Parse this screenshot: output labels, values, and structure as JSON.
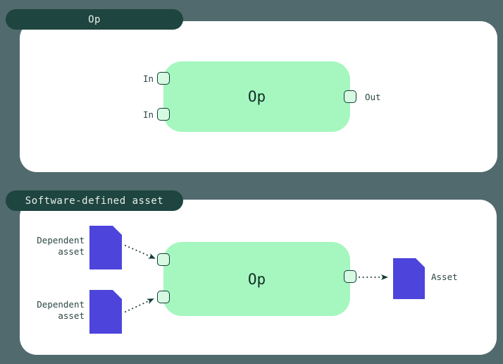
{
  "colors": {
    "background": "#516a6d",
    "panel": "#ffffff",
    "tab_bg": "#1e453f",
    "tab_text": "#e9efec",
    "op_box": "#a5f7bf",
    "op_text": "#132e28",
    "port_fill": "#d5fae1",
    "port_border": "#143d36",
    "label_text": "#2b4744",
    "asset_purple": "#4d44dc",
    "arrow": "#143d36"
  },
  "op_panel": {
    "tab_label": "Op",
    "node_label": "Op",
    "input_labels": [
      "In",
      "In"
    ],
    "output_label": "Out"
  },
  "asset_panel": {
    "tab_label": "Software-defined asset",
    "node_label": "Op",
    "dependent_asset_labels": [
      "Dependent asset",
      "Dependent asset"
    ],
    "output_asset_label": "Asset"
  }
}
